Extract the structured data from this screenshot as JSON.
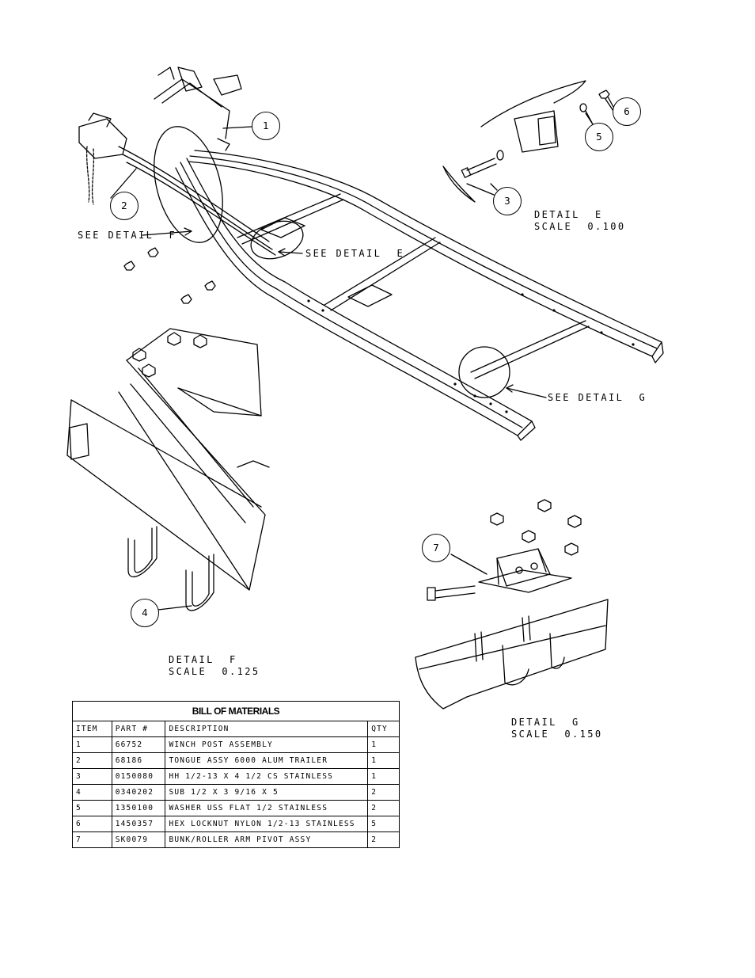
{
  "balloons": [
    {
      "id": "1",
      "label": "1"
    },
    {
      "id": "2",
      "label": "2"
    },
    {
      "id": "3",
      "label": "3"
    },
    {
      "id": "4",
      "label": "4"
    },
    {
      "id": "5",
      "label": "5"
    },
    {
      "id": "6",
      "label": "6"
    },
    {
      "id": "7",
      "label": "7"
    }
  ],
  "callouts": {
    "see_detail_f": "SEE DETAIL  F",
    "see_detail_e": "SEE DETAIL  E",
    "see_detail_g": "SEE DETAIL  G"
  },
  "details": {
    "e": {
      "title": "DETAIL  E",
      "scale": "SCALE  0.100"
    },
    "f": {
      "title": "DETAIL  F",
      "scale": "SCALE  0.125"
    },
    "g": {
      "title": "DETAIL  G",
      "scale": "SCALE  0.150"
    }
  },
  "bom": {
    "title": "BILL OF MATERIALS",
    "headers": [
      "ITEM",
      "PART #",
      "DESCRIPTION",
      "QTY"
    ],
    "rows": [
      [
        "1",
        "66752",
        "WINCH POST ASSEMBLY",
        "1"
      ],
      [
        "2",
        "68186",
        "TONGUE ASSY 6000 ALUM TRAILER",
        "1"
      ],
      [
        "3",
        "0150080",
        "HH 1/2-13 X 4 1/2 CS STAINLESS",
        "1"
      ],
      [
        "4",
        "0340202",
        "SUB 1/2 X 3 9/16 X 5",
        "2"
      ],
      [
        "5",
        "1350100",
        "WASHER USS FLAT 1/2 STAINLESS",
        "2"
      ],
      [
        "6",
        "1450357",
        "HEX LOCKNUT NYLON 1/2-13 STAINLESS",
        "5"
      ],
      [
        "7",
        "SK0079",
        "BUNK/ROLLER ARM PIVOT ASSY",
        "2"
      ]
    ]
  }
}
